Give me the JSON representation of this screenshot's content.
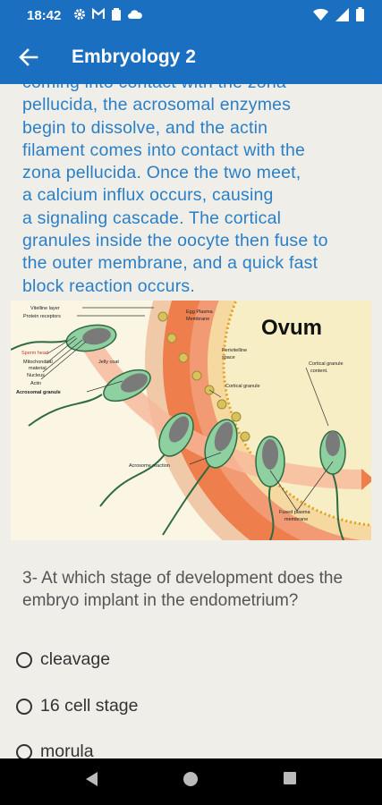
{
  "status_bar": {
    "time": "18:42",
    "icons": [
      "gear-icon",
      "mail-icon",
      "clipboard-icon",
      "cloud-icon"
    ],
    "right_icons": [
      "wifi-icon",
      "signal-icon",
      "battery-icon"
    ]
  },
  "app_bar": {
    "title": "Embryology 2",
    "back_icon": "arrow-left-icon"
  },
  "passage": {
    "lines": [
      "coming into contact with the zona",
      "pellucida, the acrosomal enzymes",
      "begin to dissolve, and the actin",
      "filament comes into contact with the",
      "zona pellucida. Once the two meet,",
      "a calcium influx occurs, causing",
      "a signaling cascade. The cortical",
      "granules inside the oocyte then fuse to",
      "the outer membrane, and a quick fast",
      "block reaction occurs."
    ]
  },
  "figure": {
    "title": "Ovum",
    "labels": {
      "vitelline": "Vitelline layer",
      "protein": "Protein receptors",
      "sperm_head": "Sperm head",
      "mito": "Mitochondrial",
      "material": "material",
      "nucleus": "Nucleus",
      "actin": "Actin",
      "acrosomal": "Acrosomal granule",
      "jelly": "Jelly coat",
      "egg_plasma": "Egg Plasma",
      "membrane": "Membrane",
      "perivitelline": "Perivitelline",
      "space": "space",
      "cortical": "Cortical granule",
      "cortical_content_1": "Cortical granule",
      "cortical_content_2": "content.",
      "acrosome_reaction": "Acrosome reaction",
      "fused_1": "Fused plasma",
      "fused_2": "membrane"
    }
  },
  "question": {
    "text": "3- At which stage of development does the embryo implant in the endometrium?"
  },
  "options": [
    {
      "label": "cleavage"
    },
    {
      "label": "16 cell stage"
    },
    {
      "label": "morula"
    }
  ],
  "nav_bar": {
    "icons": [
      "back-triangle-icon",
      "home-circle-icon",
      "recents-square-icon"
    ]
  }
}
